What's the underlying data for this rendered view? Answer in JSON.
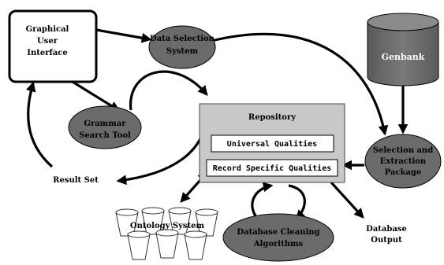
{
  "nodes": {
    "gui": [
      "Graphical",
      "User",
      "Interface"
    ],
    "data_selection": [
      "Data Selection",
      "System"
    ],
    "genbank": "Genbank",
    "grammar": [
      "Grammar",
      "Search Tool"
    ],
    "repository": {
      "title": "Repository",
      "universal": "Universal Qualities",
      "record_specific": "Record Specific Qualities"
    },
    "selection_extraction": [
      "Selection and",
      "Extraction",
      "Package"
    ],
    "result_set": "Result Set",
    "ontology": "Ontology System",
    "cleaning": [
      "Database Cleaning",
      "Algorithms"
    ],
    "database_output": [
      "Database",
      "Output"
    ]
  },
  "colors": {
    "ellipse_fill": "#6b6b6b",
    "repository_fill": "#c8c8c8",
    "cylinder_fill": "#6b6b6b"
  }
}
